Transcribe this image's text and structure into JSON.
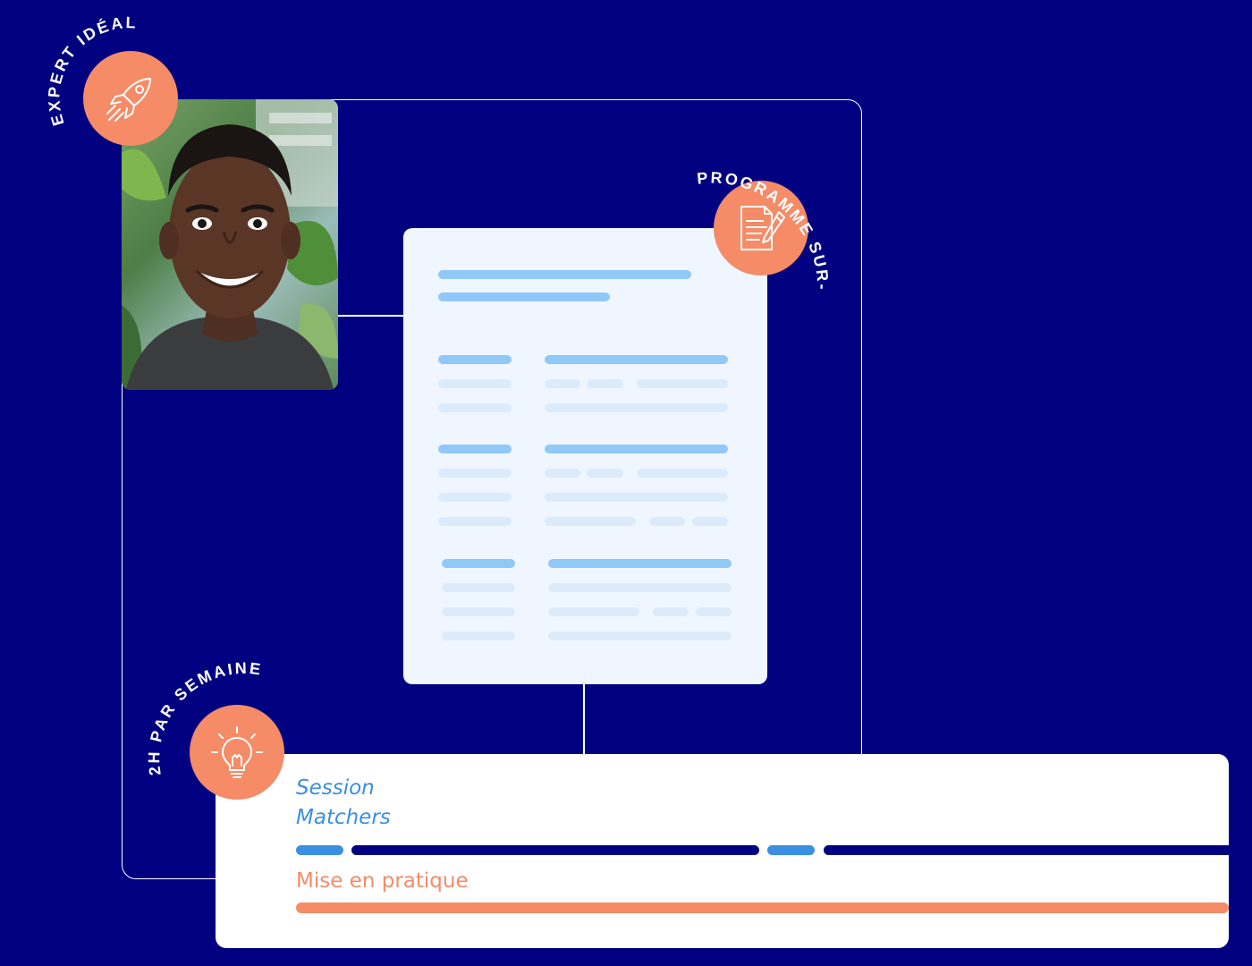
{
  "labels": {
    "expert": "EXPERT IDÉAL",
    "programme": "PROGRAMME SUR-MESURE",
    "weekly": "2H PAR SEMAINE"
  },
  "session": {
    "title_line1": "Session",
    "title_line2": "Matchers",
    "practice_label": "Mise en pratique"
  },
  "icons": {
    "expert": "rocket-icon",
    "programme": "document-pen-icon",
    "weekly": "lightbulb-icon"
  },
  "colors": {
    "background": "#000080",
    "accent_orange": "#f58b67",
    "accent_blue": "#3a8fe0",
    "card_bg": "#eff6ff",
    "bar_dark": "#90c8f7",
    "bar_light": "#dbebfb"
  }
}
